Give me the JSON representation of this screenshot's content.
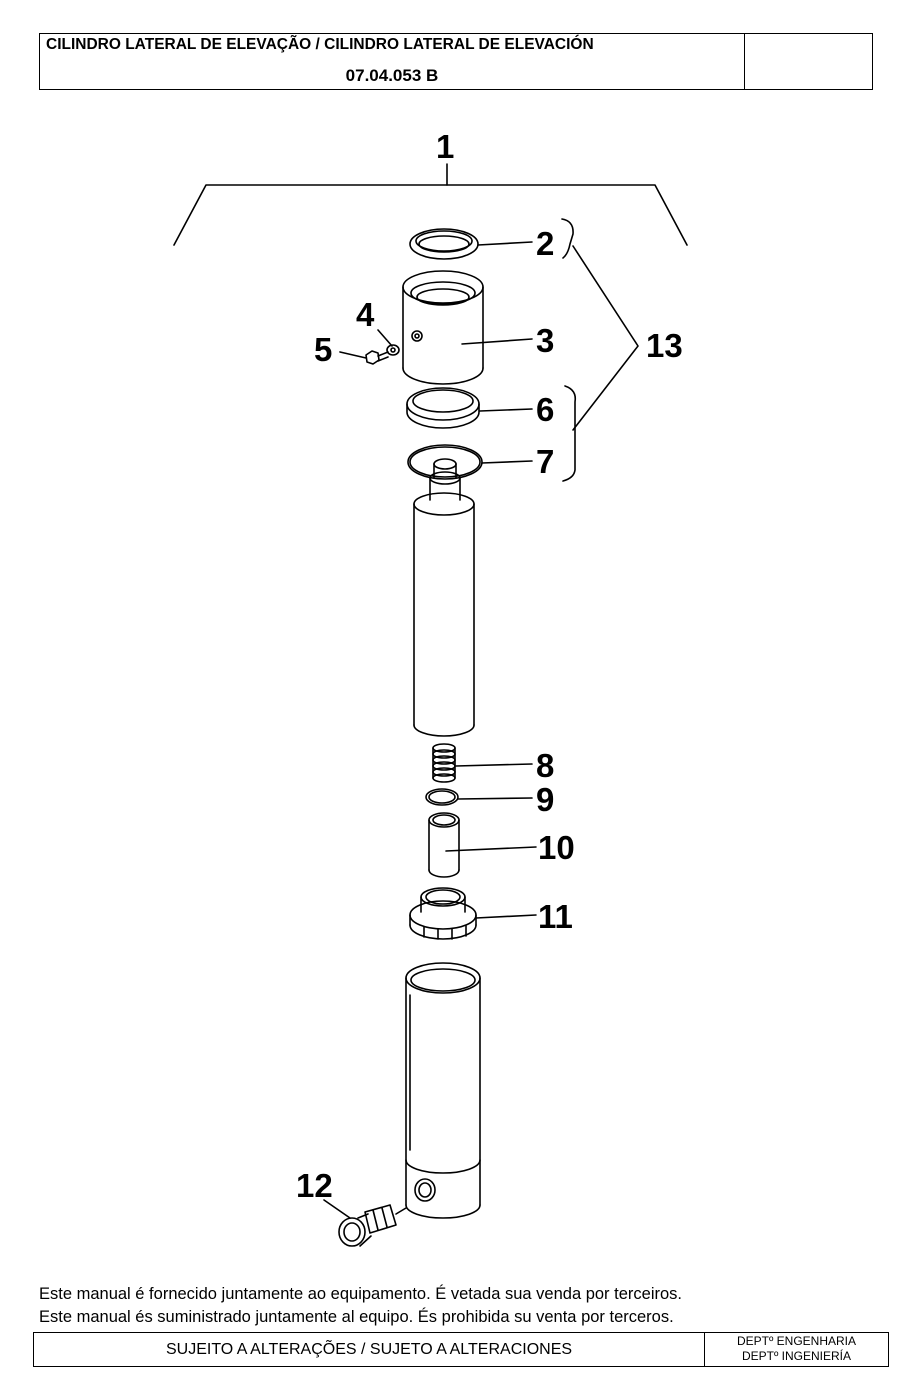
{
  "header": {
    "title": "CILINDRO LATERAL DE ELEVAÇÃO / CILINDRO LATERAL DE ELEVACIÓN",
    "code": "07.04.053 B"
  },
  "diagram": {
    "callouts": {
      "c1": "1",
      "c2": "2",
      "c3": "3",
      "c4": "4",
      "c5": "5",
      "c6": "6",
      "c7": "7",
      "c8": "8",
      "c9": "9",
      "c10": "10",
      "c11": "11",
      "c12": "12",
      "c13": "13"
    }
  },
  "notice": {
    "line1": "Este manual é fornecido juntamente ao equipamento. É vetada sua venda por terceiros.",
    "line2": "Este manual és suministrado juntamente al equipo. És prohibida su venta por terceros."
  },
  "footer": {
    "left": "SUJEITO A ALTERAÇÕES / SUJETO A ALTERACIONES",
    "right_line1": "DEPTº ENGENHARIA",
    "right_line2": "DEPTº INGENIERÍA"
  }
}
